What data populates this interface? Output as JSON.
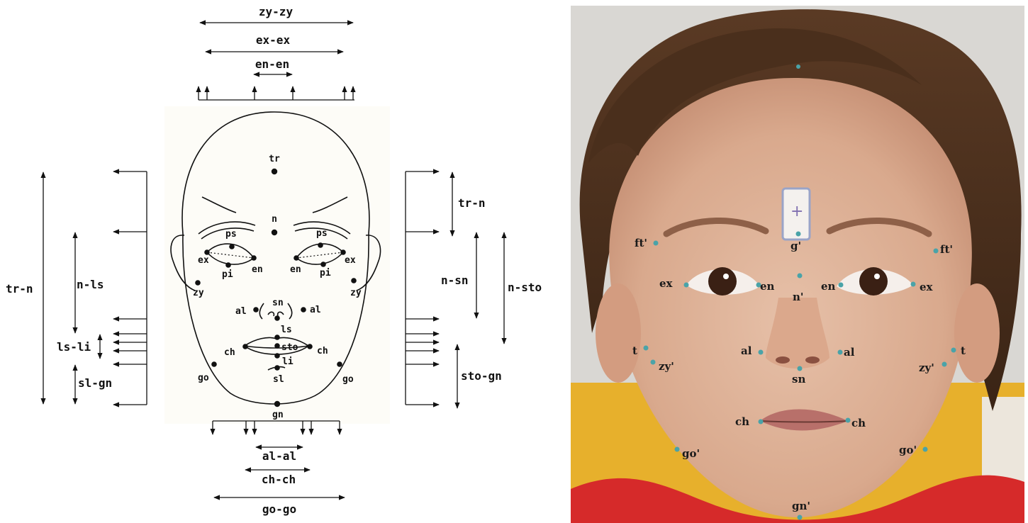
{
  "diagram": {
    "top_measures": [
      "zy-zy",
      "ex-ex",
      "en-en"
    ],
    "bottom_measures": [
      "al-al",
      "ch-ch",
      "go-go"
    ],
    "left_measures": [
      "tr-n",
      "n-ls",
      "ls-li",
      "sl-gn"
    ],
    "right_measures": [
      "tr-n",
      "n-sn",
      "n-sto",
      "sto-gn"
    ],
    "points": {
      "tr": "tr",
      "n": "n",
      "ps_l": "ps",
      "ps_r": "ps",
      "ex_l": "ex",
      "ex_r": "ex",
      "en_l": "en",
      "en_r": "en",
      "pi_l": "pi",
      "pi_r": "pi",
      "zy_l": "zy",
      "zy_r": "zy",
      "sn": "sn",
      "al_l": "al",
      "al_r": "al",
      "ls": "ls",
      "sto": "sto",
      "ch_l": "ch",
      "ch_r": "ch",
      "li": "li",
      "sl": "sl",
      "go_l": "go",
      "go_r": "go",
      "gn": "gn"
    }
  },
  "photo": {
    "landmarks": {
      "g": "g'",
      "ft_l": "ft'",
      "ft_r": "ft'",
      "ex_l": "ex",
      "ex_r": "ex",
      "en_l": "en",
      "en_r": "en",
      "n": "n'",
      "t_l": "t",
      "t_r": "t",
      "al_l": "al",
      "al_r": "al",
      "zy_l": "zy'",
      "zy_r": "zy'",
      "sn": "sn",
      "ch_l": "ch",
      "ch_r": "ch",
      "go_l": "go'",
      "go_r": "go'",
      "gn": "gn'"
    },
    "colors": {
      "landmark_dot": "#4aa3a8"
    }
  }
}
